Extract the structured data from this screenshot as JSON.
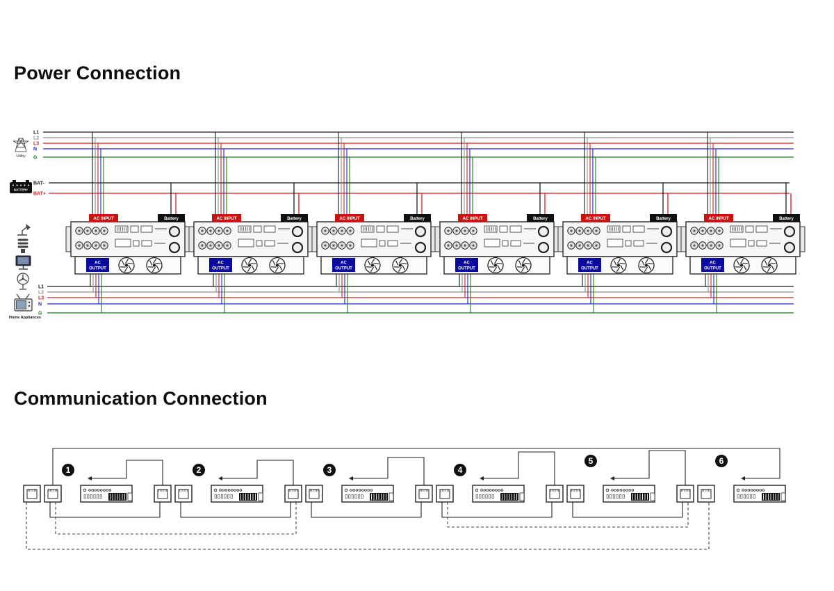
{
  "power": {
    "title": "Power Connection",
    "utility": {
      "label": "Utility",
      "lines": [
        {
          "label": "L1",
          "color": "#1a1a1a"
        },
        {
          "label": "L2",
          "color": "#8f8f8f"
        },
        {
          "label": "L3",
          "color": "#cc2020"
        },
        {
          "label": "N",
          "color": "#2020cc"
        },
        {
          "label": "G",
          "color": "#1a7a1a"
        }
      ]
    },
    "battery": {
      "label": "BATTERY",
      "lines": [
        {
          "label": "BAT-",
          "color": "#1a1a1a"
        },
        {
          "label": "BAT+",
          "color": "#cc2020"
        }
      ]
    },
    "load": {
      "label": "Home Appliances",
      "items": [
        "desk-lamp",
        "cfl-bulb",
        "computer",
        "fan",
        "tv"
      ],
      "lines": [
        {
          "label": "L1",
          "color": "#1a1a1a"
        },
        {
          "label": "L2",
          "color": "#8f8f8f"
        },
        {
          "label": "L3",
          "color": "#cc2020"
        },
        {
          "label": "N",
          "color": "#2020cc"
        },
        {
          "label": "G",
          "color": "#1a7a1a"
        }
      ]
    },
    "unit_count": 6,
    "unit_labels": {
      "ac_input": "AC INPUT",
      "battery": "Battery",
      "ac_output_line1": "AC",
      "ac_output_line2": "OUTPUT"
    },
    "tag_colors": {
      "ac_input": "#cc1111",
      "battery": "#111111",
      "ac_output": "#0a0a9e"
    }
  },
  "communication": {
    "title": "Communication Connection",
    "units": [
      {
        "number": "1"
      },
      {
        "number": "2"
      },
      {
        "number": "3"
      },
      {
        "number": "4"
      },
      {
        "number": "5"
      },
      {
        "number": "6"
      }
    ]
  }
}
